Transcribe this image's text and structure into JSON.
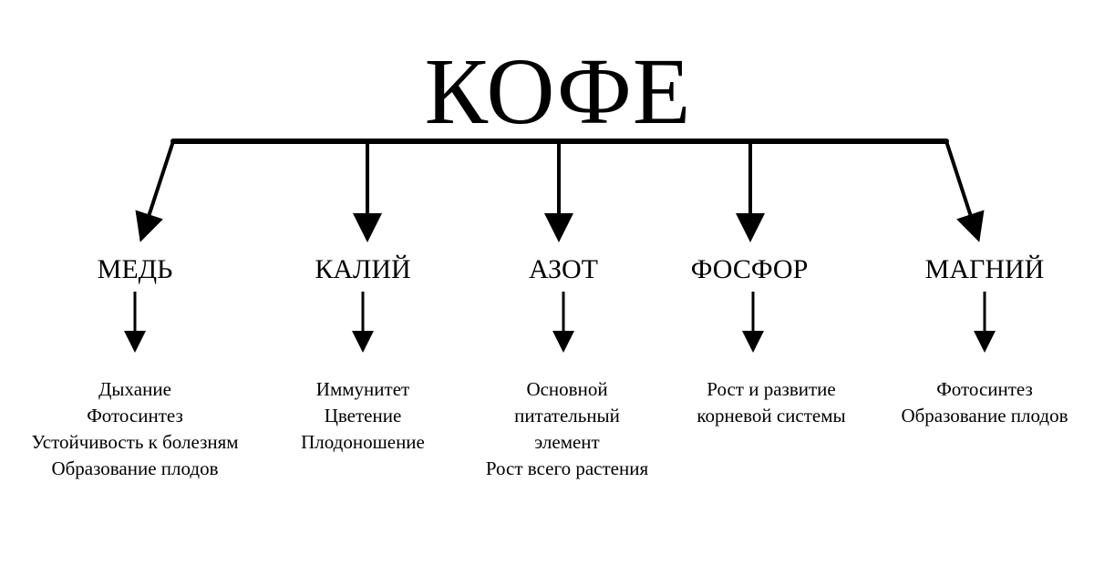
{
  "title": "КОФЕ",
  "elements": [
    {
      "name": "МЕДЬ",
      "effects": [
        "Дыхание",
        "Фотосинтез",
        "Устойчивость к болезням",
        "Образование плодов"
      ]
    },
    {
      "name": "КАЛИЙ",
      "effects": [
        "Иммунитет",
        "Цветение",
        "Плодоношение"
      ]
    },
    {
      "name": "АЗОТ",
      "effects": [
        "Основной",
        "питательный",
        "элемент",
        "Рост всего растения"
      ]
    },
    {
      "name": "ФОСФОР",
      "effects": [
        "Рост и развитие",
        "корневой системы"
      ]
    },
    {
      "name": "МАГНИЙ",
      "effects": [
        "Фотосинтез",
        "Образование плодов"
      ]
    }
  ],
  "colors": {
    "ink": "#000000",
    "background": "#ffffff"
  }
}
